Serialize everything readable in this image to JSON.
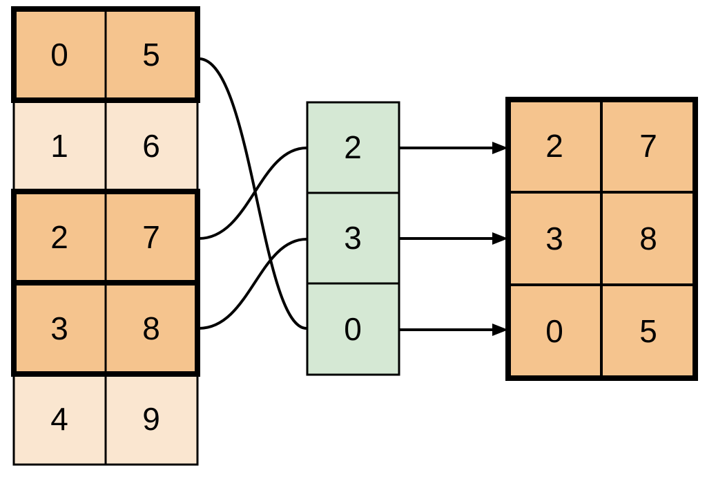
{
  "background": "#FFFFFF",
  "colors": {
    "highlight_fill": "#F5C48E",
    "normal_fill": "#FAE6D0",
    "index_fill": "#D5E8D4",
    "stroke": "#000000"
  },
  "source_table": {
    "rows": [
      {
        "cells": [
          "0",
          "5"
        ],
        "highlighted": true
      },
      {
        "cells": [
          "1",
          "6"
        ],
        "highlighted": false
      },
      {
        "cells": [
          "2",
          "7"
        ],
        "highlighted": true
      },
      {
        "cells": [
          "3",
          "8"
        ],
        "highlighted": true
      },
      {
        "cells": [
          "4",
          "9"
        ],
        "highlighted": false
      }
    ]
  },
  "index_column": {
    "values": [
      "2",
      "3",
      "0"
    ]
  },
  "result_table": {
    "rows": [
      [
        "2",
        "7"
      ],
      [
        "3",
        "8"
      ],
      [
        "0",
        "5"
      ]
    ]
  },
  "connections": {
    "curves": [
      {
        "from_source_row": 0,
        "to_index_row": 2
      },
      {
        "from_source_row": 2,
        "to_index_row": 0
      },
      {
        "from_source_row": 3,
        "to_index_row": 1
      }
    ],
    "arrows": [
      {
        "from_index_row": 0,
        "to_result_row": 0
      },
      {
        "from_index_row": 1,
        "to_result_row": 1
      },
      {
        "from_index_row": 2,
        "to_result_row": 2
      }
    ]
  }
}
